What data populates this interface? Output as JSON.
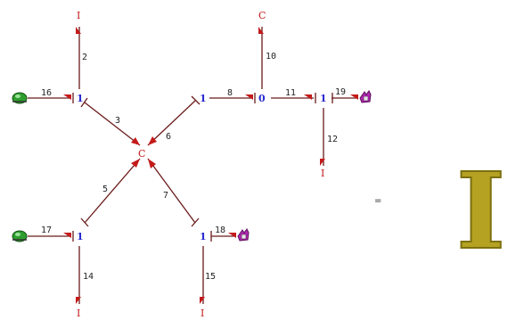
{
  "diagram": {
    "bond_numbers": [
      "2",
      "3",
      "5",
      "6",
      "7",
      "8",
      "10",
      "11",
      "12",
      "14",
      "15",
      "16",
      "17",
      "18",
      "19"
    ],
    "nodes": {
      "c_top": "C",
      "c_center": "C",
      "i_top": "I",
      "i_right": "I",
      "i_bottom_left": "I",
      "i_bottom_mid": "I",
      "j1_ul": "1",
      "j1_ur": "1",
      "j0_top": "0",
      "j1_right": "1",
      "j1_ll": "1",
      "j1_lr": "1"
    },
    "equals": "=",
    "result": "I"
  },
  "colors": {
    "bond": "#6b1a1a",
    "arrowhead": "#c41a1a",
    "element_label": "#c41a1a",
    "junction_label": "#2a2ad0",
    "result_fill": "#b5a222",
    "source_icon": "#2e9e2e"
  },
  "icons": [
    "effort-source-icon",
    "flow-source-icon",
    "flow-source-icon",
    "effort-source-icon"
  ]
}
